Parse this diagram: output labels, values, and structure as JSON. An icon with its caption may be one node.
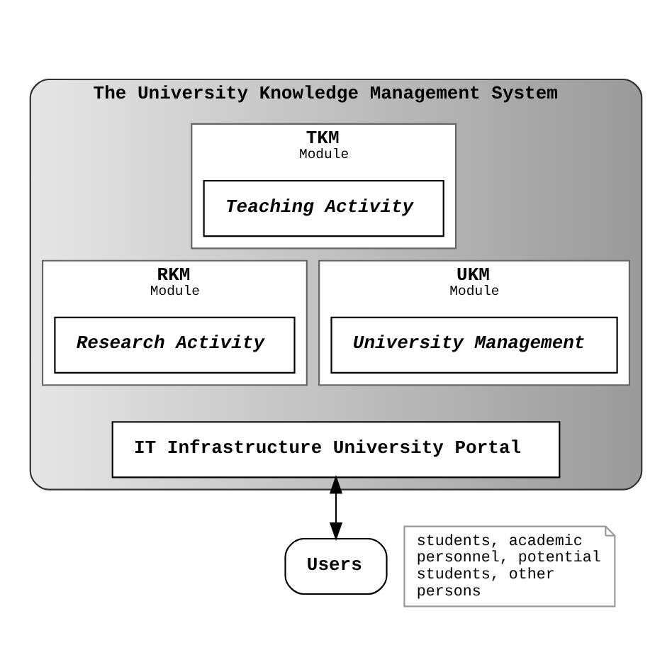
{
  "diagram": {
    "nodes": [
      {
        "text": [
          "The University Knowledge Management System"
        ]
      },
      {
        "text": [
          "TKM",
          "Module"
        ],
        "in": 0
      },
      {
        "text": [
          "Teaching Activity"
        ],
        "in": 1
      },
      {
        "text": [
          "RKM",
          "Module"
        ],
        "in": 0
      },
      {
        "text": [
          "Research Activity"
        ],
        "in": 3
      },
      {
        "text": [
          "UKM",
          "Module"
        ],
        "in": 0
      },
      {
        "text": [
          "University Management"
        ],
        "in": 5
      },
      {
        "text": [
          "IT Infrastructure University Portal"
        ],
        "in": 0
      },
      {
        "text": [
          "Users"
        ],
        "beside": [
          "students, academic personnel, potential students, other persons"
        ]
      }
    ],
    "edges": [
      {
        "from": 7,
        "to": 8,
        "arrow": "both"
      }
    ]
  }
}
